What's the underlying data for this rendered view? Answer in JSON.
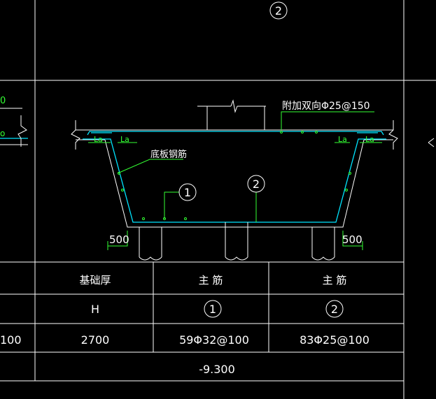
{
  "drawing": {
    "top_marker": "2",
    "note_additional": "附加双向Φ25@150",
    "note_bottom_rebar": "底板钢筋",
    "marker_1": "1",
    "marker_2": "2",
    "la": "La",
    "dim_500": "500",
    "edge_left_top": "0",
    "edge_left_mid": "o"
  },
  "table": {
    "headers": [
      "基础厚",
      "主  筋",
      "主  筋"
    ],
    "subheaders": [
      "H",
      "1",
      "2"
    ],
    "row_left_cut": "100",
    "row": [
      "2700",
      "59Φ32@100",
      "83Φ25@100"
    ],
    "elevation": "-9.300"
  }
}
